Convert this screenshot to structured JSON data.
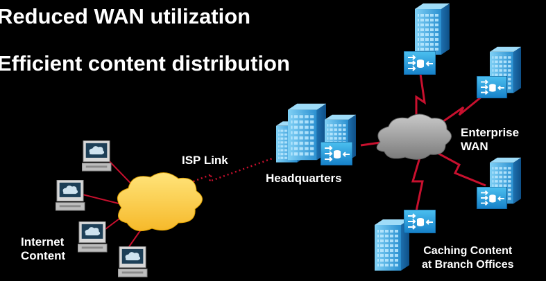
{
  "bullets": [
    "Reduced WAN utilization",
    "Efficient content distribution"
  ],
  "labels": {
    "isp_link": "ISP Link",
    "headquarters": "Headquarters",
    "internet_content": "Internet\nContent",
    "enterprise_wan": "Enterprise\nWAN",
    "caching_content": "Caching Content\nat Branch Offices"
  },
  "colors": {
    "background": "#000000",
    "cloud": "#ffd24a",
    "wan_cloud": "#9a9a9a",
    "link_red": "#c8102e",
    "building": "#3aa6e0",
    "computer": "#c8c8c8"
  },
  "icons": [
    "computer-icon",
    "cloud-icon",
    "building-icon",
    "content-engine-icon"
  ]
}
